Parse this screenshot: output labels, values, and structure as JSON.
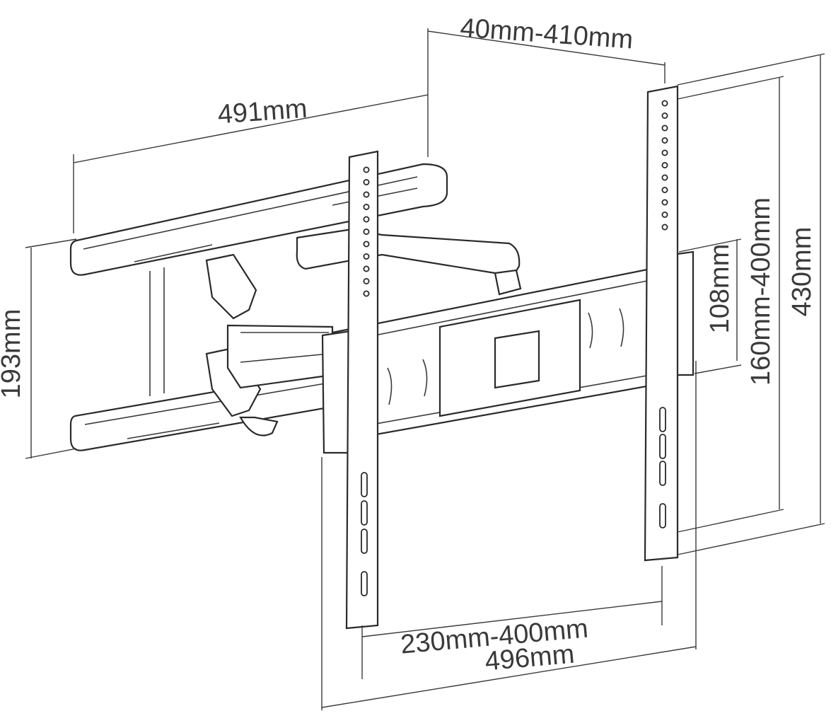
{
  "dimensions": {
    "arm_extension": "491mm",
    "plate_offset": "40mm-410mm",
    "wall_plate_height": "193mm",
    "bar_height": "108mm",
    "vertical_range": "160mm-400mm",
    "total_height": "430mm",
    "horizontal_range": "230mm-400mm",
    "total_width": "496mm"
  },
  "colors": {
    "line": "#3a3a3a",
    "background": "#ffffff"
  }
}
